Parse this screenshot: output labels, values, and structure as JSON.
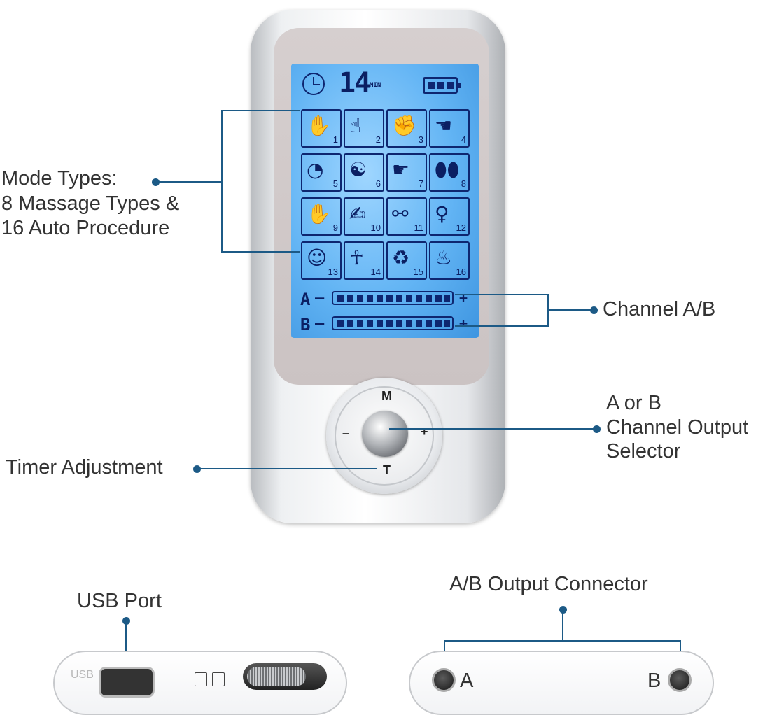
{
  "device": {
    "timer_value": "14",
    "timer_unit": "MIN",
    "modes": [
      {
        "num": "1"
      },
      {
        "num": "2"
      },
      {
        "num": "3"
      },
      {
        "num": "4"
      },
      {
        "num": "5"
      },
      {
        "num": "6"
      },
      {
        "num": "7"
      },
      {
        "num": "8"
      },
      {
        "num": "9"
      },
      {
        "num": "10"
      },
      {
        "num": "11"
      },
      {
        "num": "12"
      },
      {
        "num": "13"
      },
      {
        "num": "14"
      },
      {
        "num": "15"
      },
      {
        "num": "16"
      }
    ],
    "channel_a_label": "A",
    "channel_b_label": "B",
    "minus": "–",
    "plus": "+",
    "dial": {
      "top": "M",
      "bottom": "T",
      "left": "–",
      "right": "+"
    }
  },
  "callouts": {
    "mode_types_line1": "Mode Types:",
    "mode_types_line2": "8 Massage Types &",
    "mode_types_line3": "16 Auto Procedure",
    "channel_ab": "Channel A/B",
    "selector_line1": "A or B",
    "selector_line2": "Channel Output",
    "selector_line3": "Selector",
    "timer_adjustment": "Timer Adjustment",
    "usb_port": "USB Port",
    "ab_output_connector": "A/B Output Connector"
  },
  "bottom": {
    "usb_text": "USB",
    "jack_a": "A",
    "jack_b": "B"
  },
  "colors": {
    "accent": "#1c5a86",
    "lcd_blue": "#62b4f4",
    "lcd_ink": "#0b1f63"
  }
}
